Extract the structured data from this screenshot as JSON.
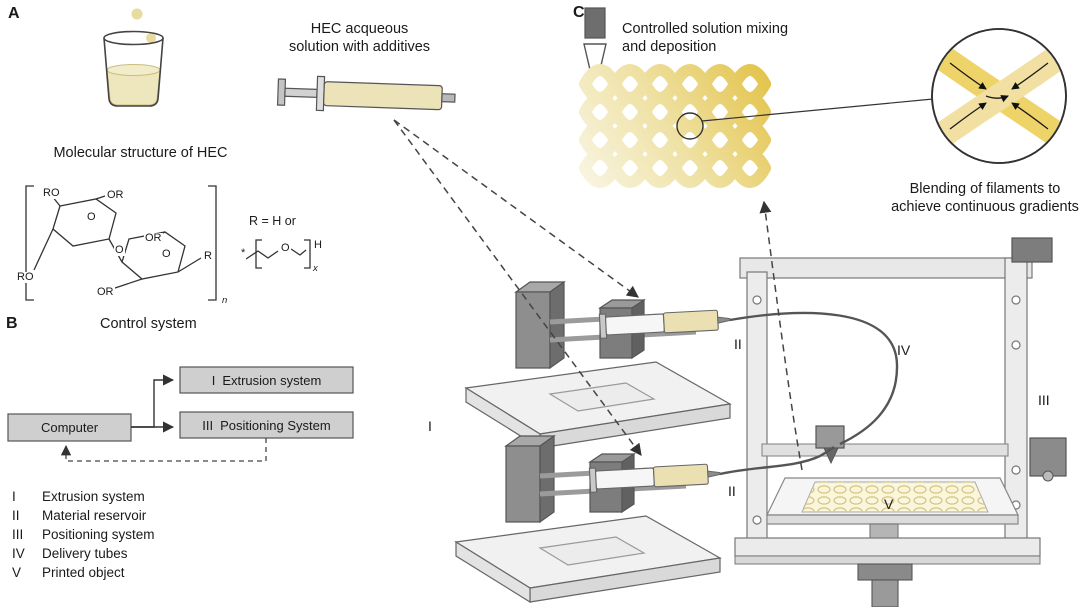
{
  "figure": {
    "panel_a": {
      "label": "A",
      "molecular_title": "Molecular structure of HEC",
      "chem": {
        "ro": "RO",
        "or": "OR",
        "o": "O",
        "r": "R",
        "n": "n",
        "r_group": "R = H or",
        "star": "*",
        "h": "H",
        "x": "x"
      }
    },
    "syringe": {
      "title_line1": "HEC acqueous",
      "title_line2": "solution with additives"
    },
    "panel_b": {
      "label": "B",
      "title": "Control system",
      "computer": "Computer",
      "extrusion": {
        "numeral": "I",
        "label": "Extrusion system"
      },
      "positioning": {
        "numeral": "III",
        "label": "Positioning System"
      }
    },
    "panel_c": {
      "label": "C",
      "title_line1": "Controlled solution mixing",
      "title_line2": "and deposition",
      "caption_line1": "Blending of filaments to",
      "caption_line2": "achieve continuous gradients"
    },
    "legend": {
      "items": [
        {
          "numeral": "I",
          "label": "Extrusion system"
        },
        {
          "numeral": "II",
          "label": "Material reservoir"
        },
        {
          "numeral": "III",
          "label": "Positioning system"
        },
        {
          "numeral": "IV",
          "label": "Delivery tubes"
        },
        {
          "numeral": "V",
          "label": "Printed object"
        }
      ]
    },
    "machine_labels": {
      "pump": "I",
      "reservoir_upper": "II",
      "reservoir_lower": "II",
      "frame": "III",
      "tubes": "IV",
      "object": "V"
    },
    "colors": {
      "hec_solution": "#ece3b8",
      "filament_pale": "#f8f4e0",
      "filament_deep": "#e3c34a"
    }
  }
}
